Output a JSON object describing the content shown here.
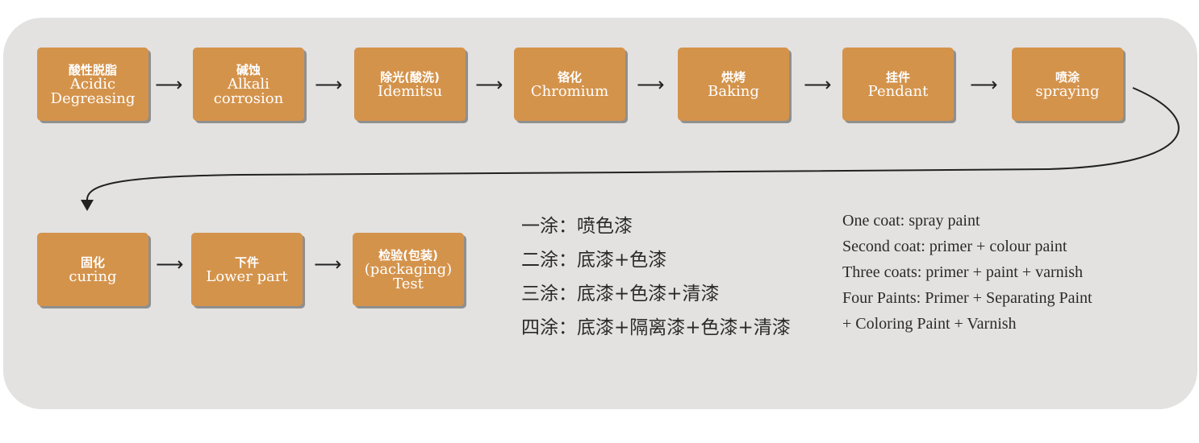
{
  "steps": [
    {
      "zh": "酸性脱脂",
      "en": [
        "Acidic",
        "Degreasing"
      ]
    },
    {
      "zh": "碱蚀",
      "en": [
        "Alkali",
        "corrosion"
      ]
    },
    {
      "zh": "除光(酸洗)",
      "en": [
        "Idemitsu"
      ]
    },
    {
      "zh": "铬化",
      "en": [
        "Chromium"
      ]
    },
    {
      "zh": "烘烤",
      "en": [
        "Baking"
      ]
    },
    {
      "zh": "挂件",
      "en": [
        "Pendant"
      ]
    },
    {
      "zh": "喷涂",
      "en": [
        "spraying"
      ]
    },
    {
      "zh": "固化",
      "en": [
        "curing"
      ]
    },
    {
      "zh": "下件",
      "en": [
        "Lower part"
      ]
    },
    {
      "zh": "检验(包装)",
      "en": [
        "(packaging)",
        "Test"
      ]
    }
  ],
  "coats_zh": [
    "一涂：喷色漆",
    "二涂：底漆+色漆",
    "三涂：底漆+色漆+清漆",
    "四涂：底漆+隔离漆+色漆+清漆"
  ],
  "coats_en": [
    "One coat: spray paint",
    "Second coat: primer + colour paint",
    "Three coats: primer + paint + varnish",
    "Four Paints: Primer + Separating Paint",
    "+ Coloring Paint + Varnish"
  ],
  "colors": {
    "step_fill": "#d4934b",
    "panel": "#e3e2e1",
    "text": "#2a2a2a"
  }
}
